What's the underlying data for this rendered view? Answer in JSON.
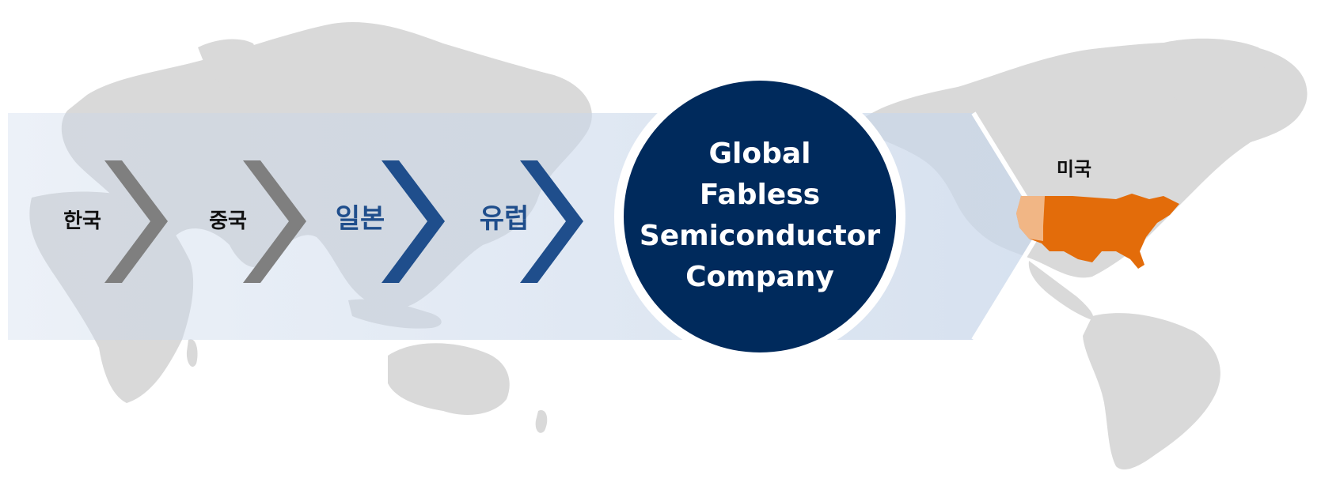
{
  "colors": {
    "map_land": "#d9d9d9",
    "band": "#c9d7ea",
    "chevron_gray": "#7f7f7f",
    "chevron_blue": "#1f4e8c",
    "circle": "#002a5c",
    "circle_text": "#ffffff",
    "usa": "#e36c0a",
    "label_dark": "#111111",
    "label_blue": "#1f4e8c"
  },
  "steps": [
    {
      "label": "한국",
      "tone": "gray"
    },
    {
      "label": "중국",
      "tone": "gray"
    },
    {
      "label": "일본",
      "tone": "blue"
    },
    {
      "label": "유럽",
      "tone": "blue"
    }
  ],
  "center": {
    "lines": [
      "Global",
      "Fabless",
      "Semiconductor",
      "Company"
    ]
  },
  "destination": {
    "label": "미국"
  },
  "icons": {
    "step_arrow": "chevron-right-icon",
    "destination_arrow": "chevron-right-icon"
  }
}
